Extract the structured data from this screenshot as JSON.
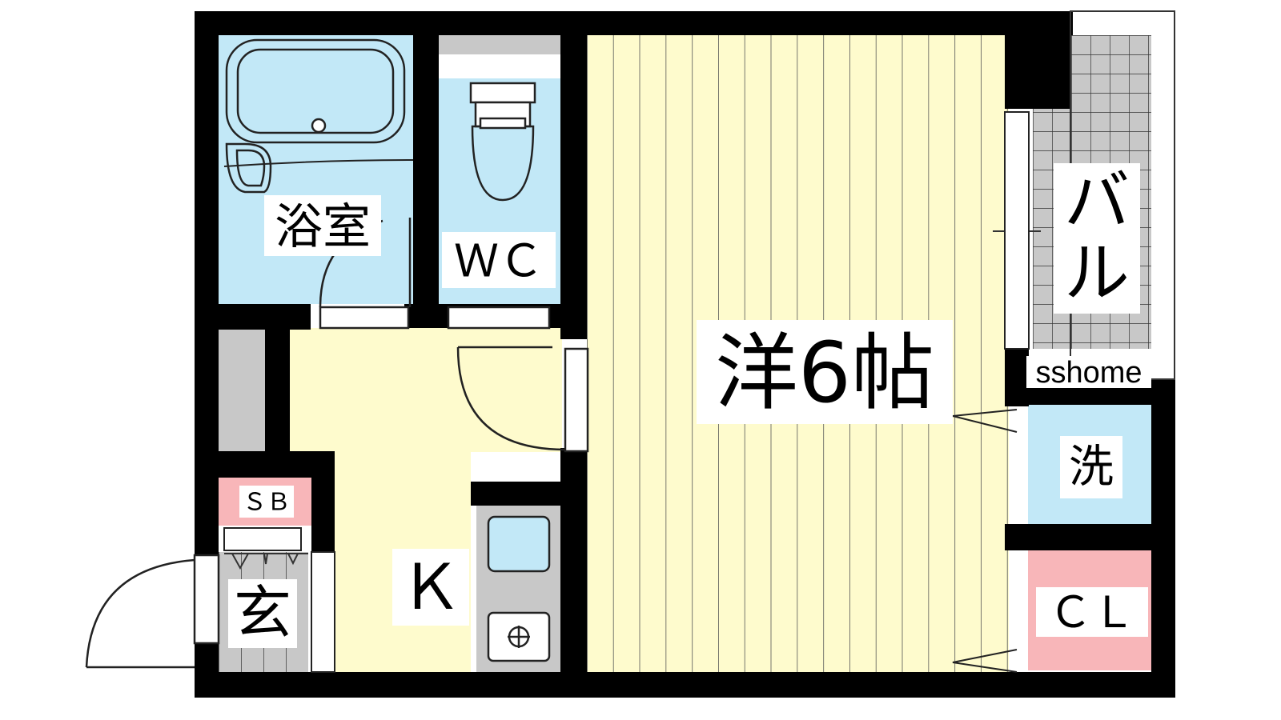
{
  "rooms": {
    "bath": "浴室",
    "wc": "ＷＣ",
    "western_room": "洋6帖",
    "balcony": "バル",
    "washer": "洗",
    "closet": "ＣＬ",
    "shoe_box": "ＳＢ",
    "entrance": "玄",
    "kitchen": "Ｋ"
  },
  "watermark": "sshome",
  "colors": {
    "wall": "#000000",
    "western_floor": "#fefbcd",
    "kitchen_floor": "#fefbcd",
    "wet_area": "#c2e8f7",
    "closet": "#f8b6b9",
    "balcony": "#c8c8c8",
    "storage": "#c8c8c8"
  }
}
